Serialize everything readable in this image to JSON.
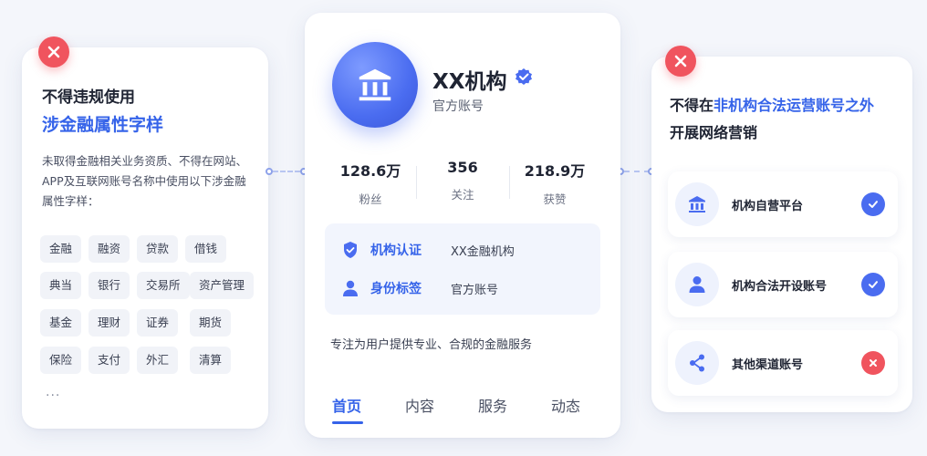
{
  "left_card": {
    "title_line1": "不得违规使用",
    "title_line2": "涉金融属性字样",
    "description": "未取得金融相关业务资质、不得在网站、APP及互联网账号名称中使用以下涉金融属性字样：",
    "tags": [
      "金融",
      "融资",
      "贷款",
      "借钱",
      "典当",
      "银行",
      "交易所",
      "资产管理",
      "基金",
      "理财",
      "证券",
      "期货",
      "保险",
      "支付",
      "外汇",
      "清算"
    ],
    "more": "···",
    "badge_icon": "close-icon",
    "badge_color": "#f0545e"
  },
  "profile": {
    "avatar_icon": "bank-building-icon",
    "name": "XX机构",
    "verified_icon": "verified-badge-icon",
    "subtitle": "官方账号",
    "stats": [
      {
        "value": "128.6万",
        "label": "粉丝"
      },
      {
        "value": "356",
        "label": "关注"
      },
      {
        "value": "218.9万",
        "label": "获赞"
      }
    ],
    "info": [
      {
        "icon": "shield-check-icon",
        "key": "机构认证",
        "value": "XX金融机构"
      },
      {
        "icon": "user-icon",
        "key": "身份标签",
        "value": "官方账号"
      }
    ],
    "intro": "专注为用户提供专业、合规的金融服务",
    "tabs": [
      "首页",
      "内容",
      "服务",
      "动态"
    ],
    "active_tab": "首页",
    "accent_color": "#3563e9"
  },
  "right_card": {
    "title_prefix": "不得在",
    "title_highlight": "非机构合法运营账号之外",
    "title_line2": "开展网络营销",
    "badge_icon": "close-icon",
    "items": [
      {
        "icon": "building-icon",
        "label": "机构自营平台",
        "status": "check-icon"
      },
      {
        "icon": "user-icon",
        "label": "机构合法开设账号",
        "status": "check-icon"
      },
      {
        "icon": "share-nodes-icon",
        "label": "其他渠道账号",
        "status": "close-icon"
      }
    ]
  }
}
